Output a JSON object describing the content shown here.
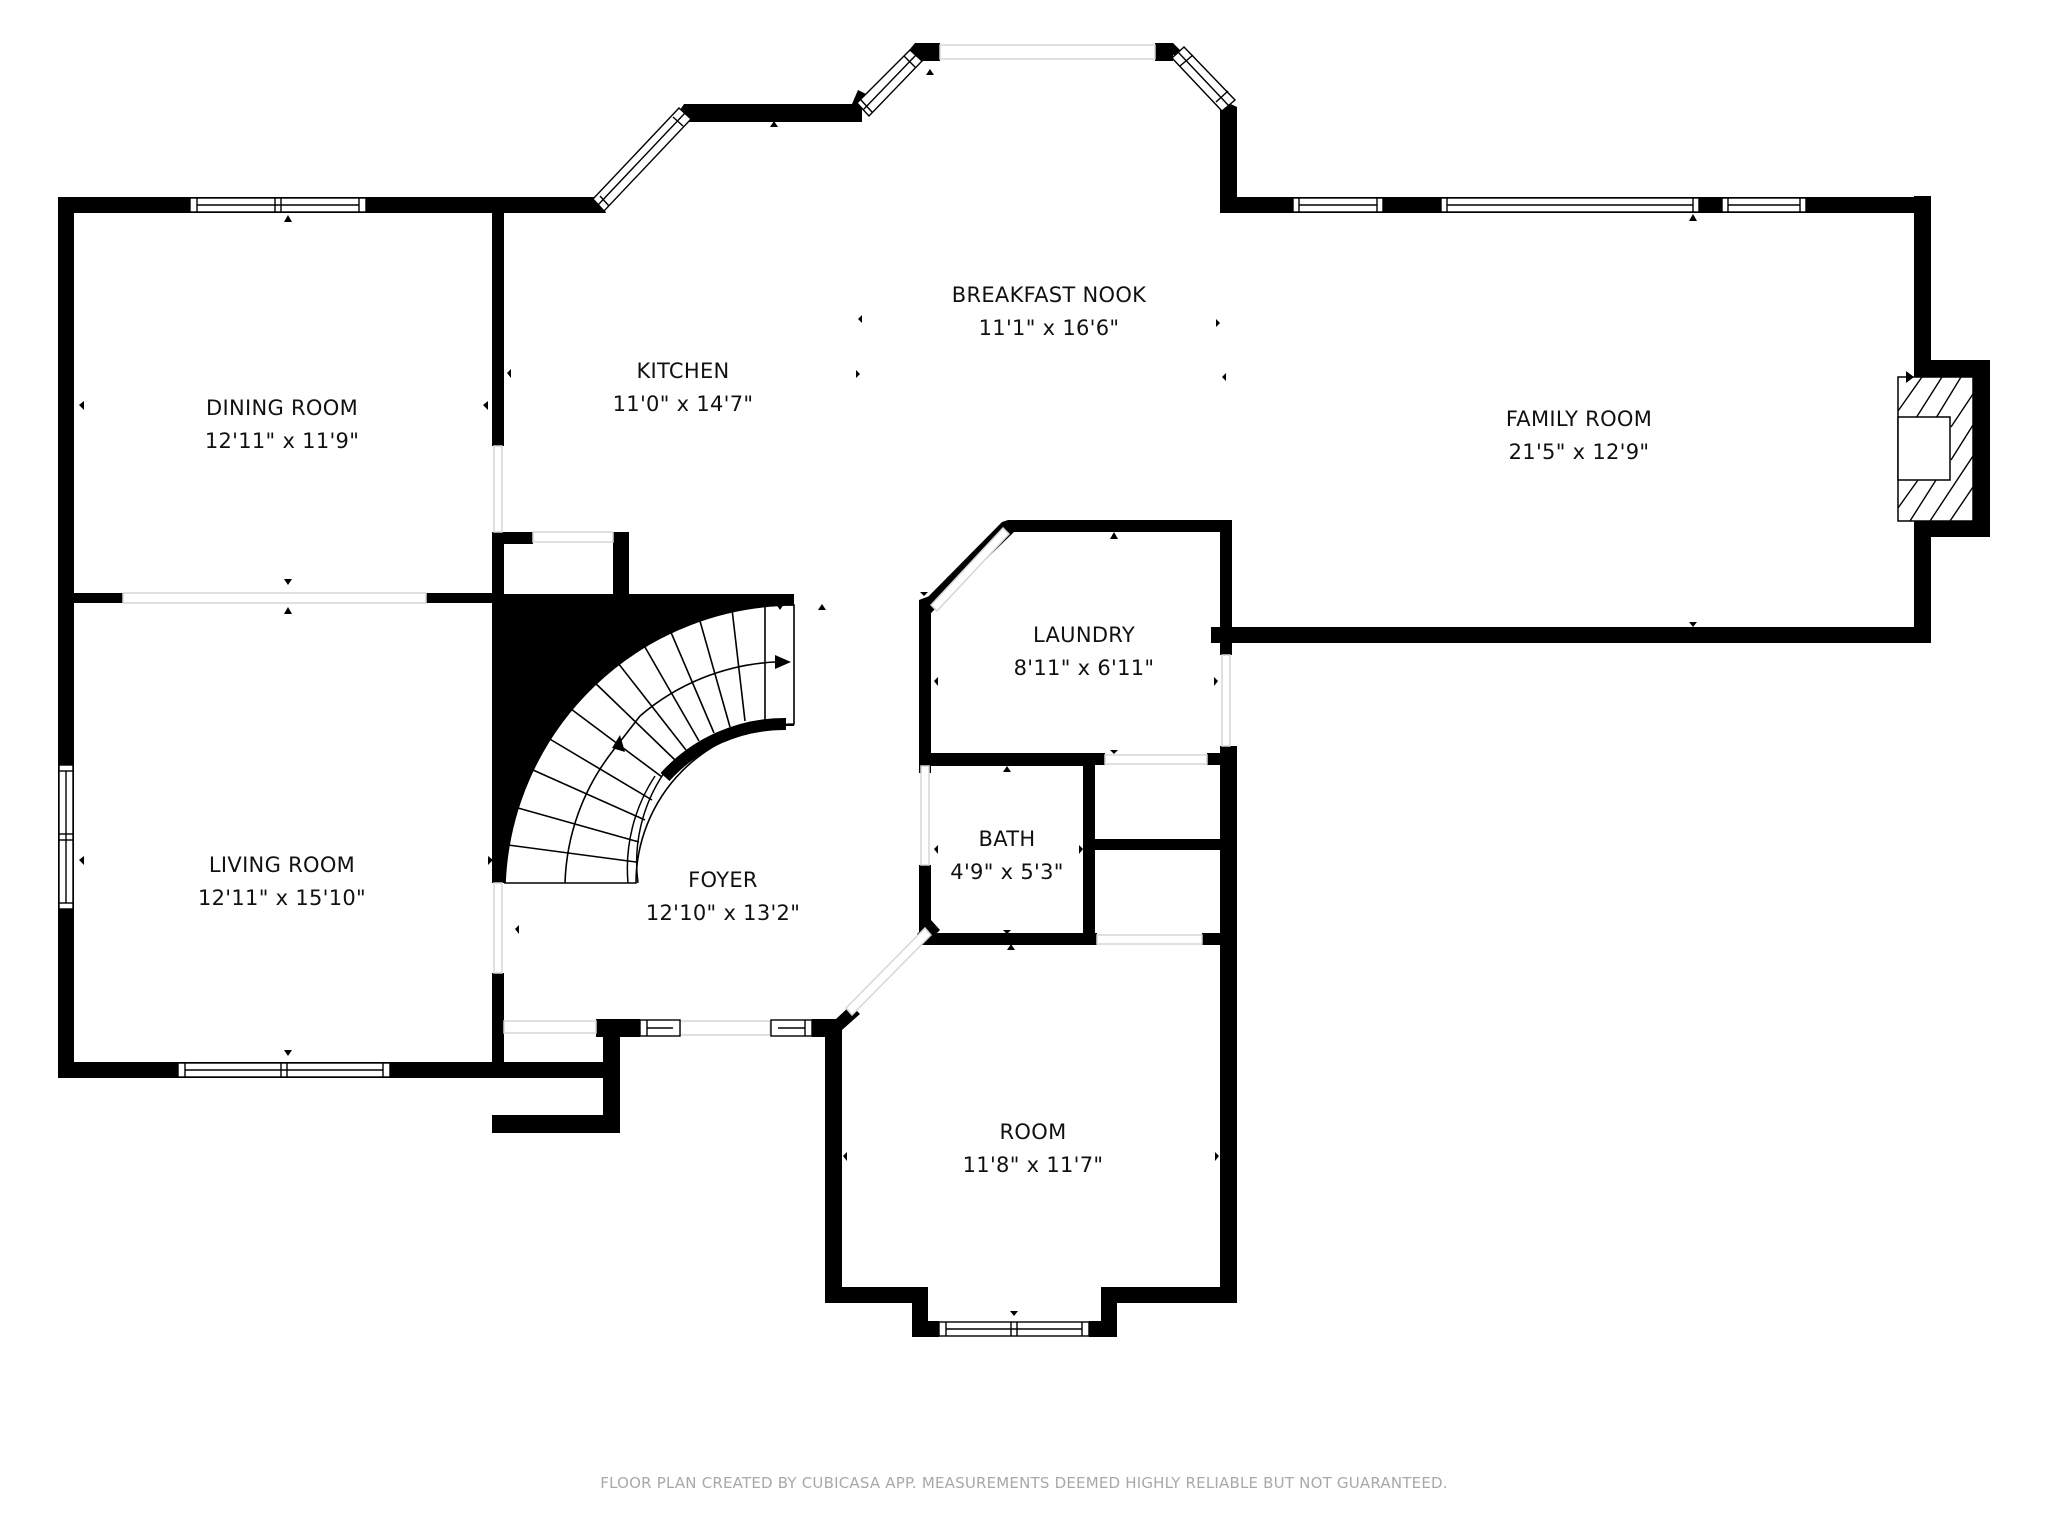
{
  "floorplan": {
    "colors": {
      "wall": "#000000",
      "background": "#ffffff",
      "text": "#111111",
      "footer_text": "#a8a8a8"
    },
    "rooms": [
      {
        "id": "dining",
        "name": "DINING ROOM",
        "dims": "12'11\" x 11'9\""
      },
      {
        "id": "kitchen",
        "name": "KITCHEN",
        "dims": "11'0\" x 14'7\""
      },
      {
        "id": "breakfast",
        "name": "BREAKFAST NOOK",
        "dims": "11'1\" x 16'6\""
      },
      {
        "id": "family",
        "name": "FAMILY ROOM",
        "dims": "21'5\" x 12'9\""
      },
      {
        "id": "laundry",
        "name": "LAUNDRY",
        "dims": "8'11\" x 6'11\""
      },
      {
        "id": "living",
        "name": "LIVING ROOM",
        "dims": "12'11\" x 15'10\""
      },
      {
        "id": "foyer",
        "name": "FOYER",
        "dims": "12'10\" x 13'2\""
      },
      {
        "id": "bath",
        "name": "BATH",
        "dims": "4'9\" x 5'3\""
      },
      {
        "id": "room",
        "name": "ROOM",
        "dims": "11'8\" x 11'7\""
      }
    ],
    "icons": [
      "staircase-icon",
      "fireplace-icon",
      "window-icon",
      "dimension-marker-icon"
    ],
    "footer": "FLOOR PLAN CREATED BY CUBICASA APP. MEASUREMENTS DEEMED HIGHLY RELIABLE BUT NOT GUARANTEED."
  }
}
